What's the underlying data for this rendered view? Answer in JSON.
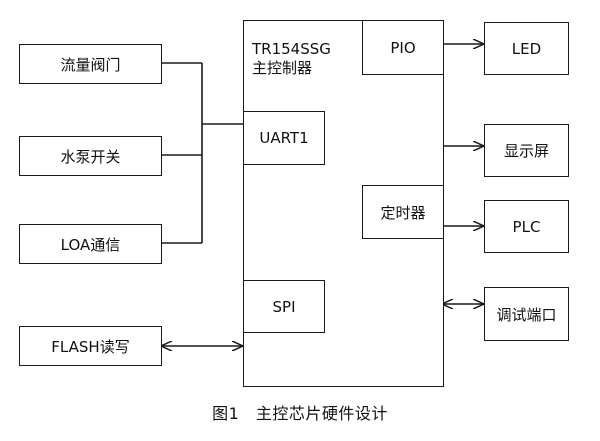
{
  "caption": "图1　主控芯片硬件设计",
  "controller": {
    "title_line1": "TR154SSG",
    "title_line2": "主控制器"
  },
  "internal_blocks": {
    "pio": "PIO",
    "uart1": "UART1",
    "timer": "定时器",
    "spi": "SPI"
  },
  "left_blocks": {
    "flow_valve": "流量阀门",
    "water_pump_switch": "水泵开关",
    "loa_comm": "LOA通信",
    "flash_rw": "FLASH读写"
  },
  "right_blocks": {
    "led": "LED",
    "display": "显示屏",
    "plc": "PLC",
    "debug_port": "调试端口"
  }
}
